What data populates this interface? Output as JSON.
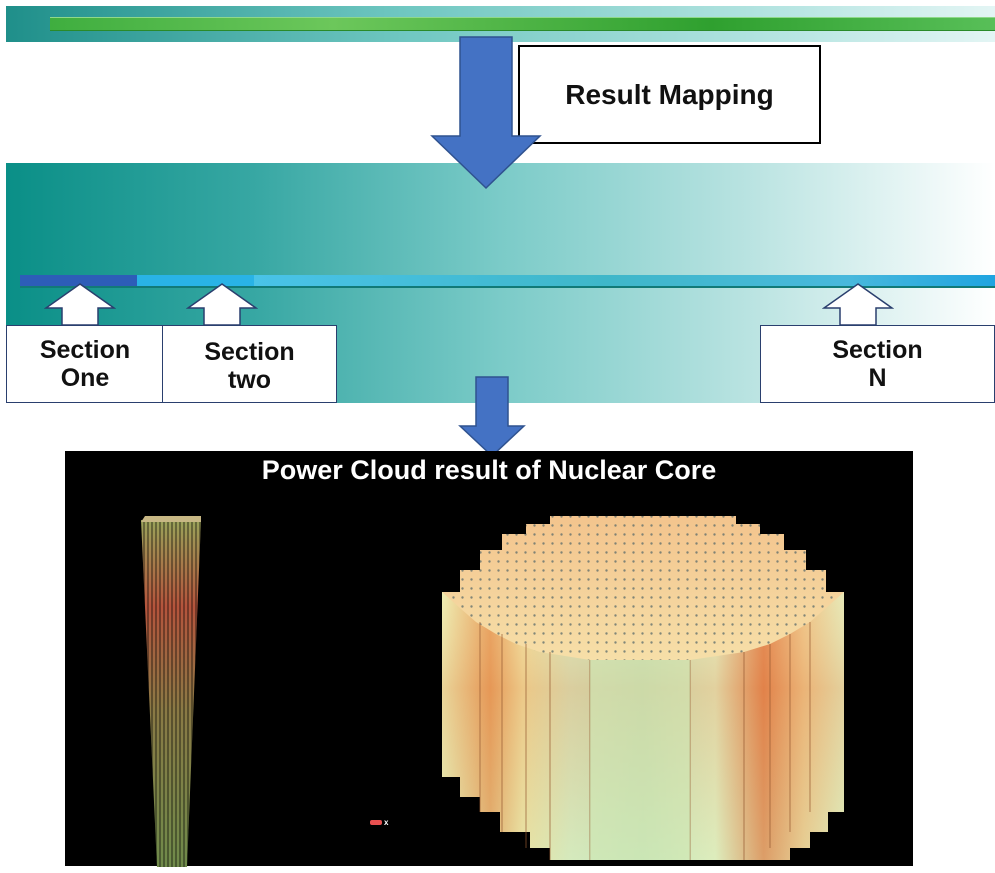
{
  "diagram": {
    "mapping_label": "Result Mapping",
    "sections": [
      {
        "label_line1": "Section",
        "label_line2": "One"
      },
      {
        "label_line1": "Section",
        "label_line2": "two"
      },
      {
        "label_line1": "Section",
        "label_line2": "N"
      }
    ],
    "panel_title": "Power Cloud result of Nuclear Core",
    "axis_label": "x"
  },
  "colors": {
    "arrow_fill": "#4472c4",
    "arrow_stroke": "#2f528f",
    "teal": "#0a8f87",
    "green_line": "#3fae3f",
    "panel_bg": "#000000"
  }
}
